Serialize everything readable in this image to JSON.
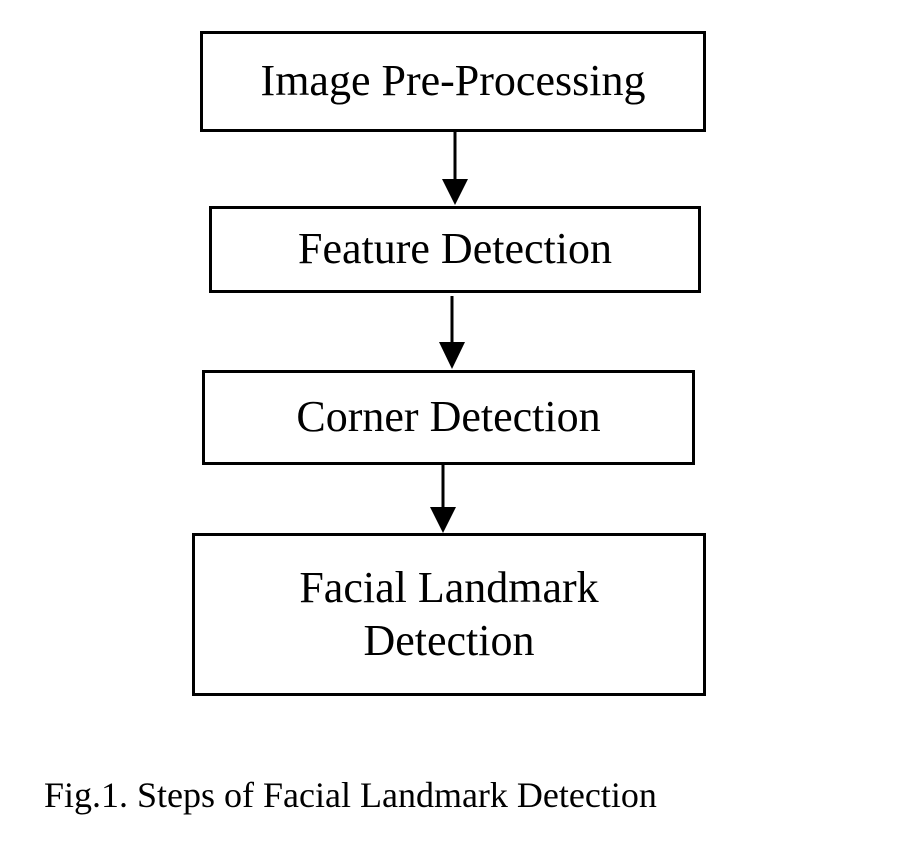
{
  "diagram": {
    "type": "flowchart",
    "direction": "top-to-bottom",
    "steps": [
      {
        "id": "step-1",
        "lines": [
          "Image Pre-Processing"
        ]
      },
      {
        "id": "step-2",
        "lines": [
          "Feature Detection"
        ]
      },
      {
        "id": "step-3",
        "lines": [
          "Corner Detection"
        ]
      },
      {
        "id": "step-4",
        "lines": [
          "Facial Landmark",
          "Detection"
        ]
      }
    ],
    "edges": [
      {
        "from": "step-1",
        "to": "step-2"
      },
      {
        "from": "step-2",
        "to": "step-3"
      },
      {
        "from": "step-3",
        "to": "step-4"
      }
    ]
  },
  "caption": "Fig.1. Steps of Facial Landmark Detection"
}
